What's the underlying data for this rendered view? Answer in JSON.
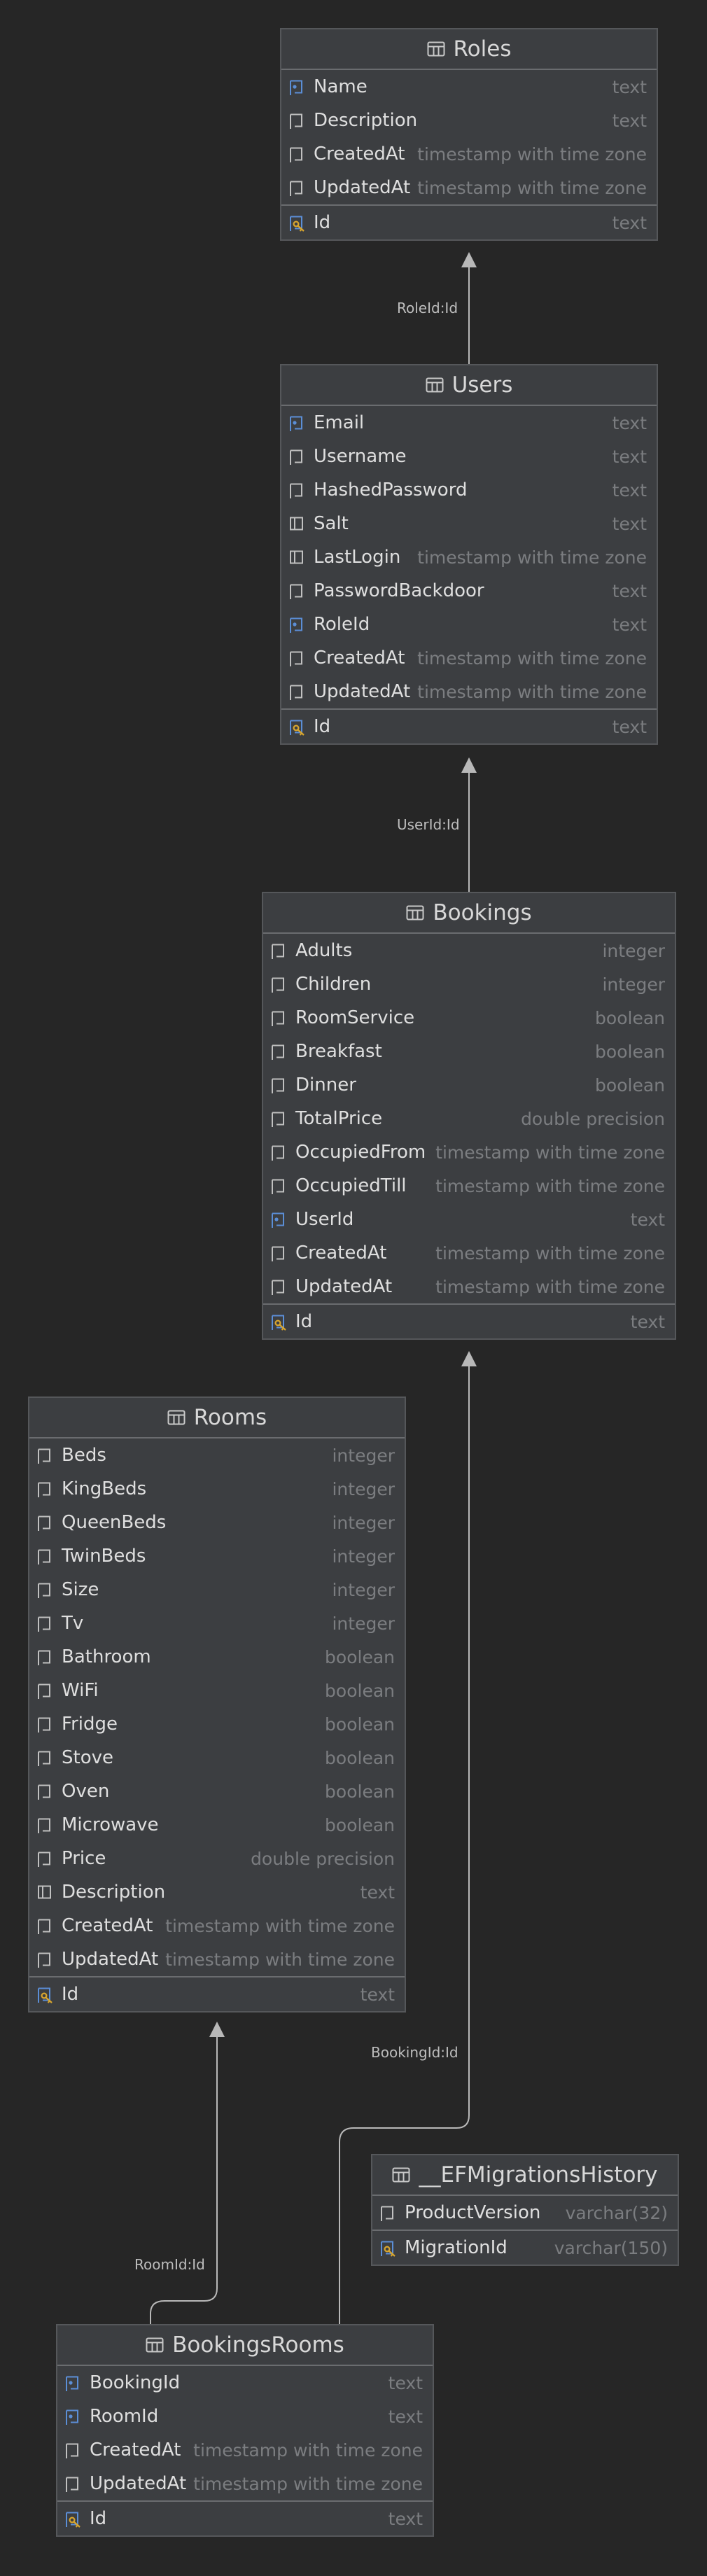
{
  "relations": {
    "users_roles": "RoleId:Id",
    "bookings_users": "UserId:Id",
    "bookingsrooms_bookings": "BookingId:Id",
    "bookingsrooms_rooms": "RoomId:Id"
  },
  "colors": {
    "background": "#262626",
    "table_bg": "#3c3e41",
    "text": "#dfdfdf",
    "type_text": "#7b7d80",
    "fk_icon": "#5b8ed6",
    "pk_key": "#d9a62e",
    "connector": "#b8b8b8"
  },
  "tables": {
    "roles": {
      "name": "Roles",
      "columns": [
        {
          "name": "Name",
          "type": "text",
          "icon": "foreign-key-column-icon"
        },
        {
          "name": "Description",
          "type": "text",
          "icon": "column-icon"
        },
        {
          "name": "CreatedAt",
          "type": "timestamp with time zone",
          "icon": "column-icon"
        },
        {
          "name": "UpdatedAt",
          "type": "timestamp with time zone",
          "icon": "column-icon"
        }
      ],
      "pk": {
        "name": "Id",
        "type": "text",
        "icon": "primary-key-column-icon"
      }
    },
    "users": {
      "name": "Users",
      "columns": [
        {
          "name": "Email",
          "type": "text",
          "icon": "foreign-key-column-icon"
        },
        {
          "name": "Username",
          "type": "text",
          "icon": "column-icon"
        },
        {
          "name": "HashedPassword",
          "type": "text",
          "icon": "column-icon"
        },
        {
          "name": "Salt",
          "type": "text",
          "icon": "nullable-column-icon"
        },
        {
          "name": "LastLogin",
          "type": "timestamp with time zone",
          "icon": "nullable-column-icon"
        },
        {
          "name": "PasswordBackdoor",
          "type": "text",
          "icon": "column-icon"
        },
        {
          "name": "RoleId",
          "type": "text",
          "icon": "foreign-key-column-icon"
        },
        {
          "name": "CreatedAt",
          "type": "timestamp with time zone",
          "icon": "column-icon"
        },
        {
          "name": "UpdatedAt",
          "type": "timestamp with time zone",
          "icon": "column-icon"
        }
      ],
      "pk": {
        "name": "Id",
        "type": "text",
        "icon": "primary-key-column-icon"
      }
    },
    "bookings": {
      "name": "Bookings",
      "columns": [
        {
          "name": "Adults",
          "type": "integer",
          "icon": "column-icon"
        },
        {
          "name": "Children",
          "type": "integer",
          "icon": "column-icon"
        },
        {
          "name": "RoomService",
          "type": "boolean",
          "icon": "column-icon"
        },
        {
          "name": "Breakfast",
          "type": "boolean",
          "icon": "column-icon"
        },
        {
          "name": "Dinner",
          "type": "boolean",
          "icon": "column-icon"
        },
        {
          "name": "TotalPrice",
          "type": "double precision",
          "icon": "column-icon"
        },
        {
          "name": "OccupiedFrom",
          "type": "timestamp with time zone",
          "icon": "column-icon"
        },
        {
          "name": "OccupiedTill",
          "type": "timestamp with time zone",
          "icon": "column-icon"
        },
        {
          "name": "UserId",
          "type": "text",
          "icon": "foreign-key-column-icon"
        },
        {
          "name": "CreatedAt",
          "type": "timestamp with time zone",
          "icon": "column-icon"
        },
        {
          "name": "UpdatedAt",
          "type": "timestamp with time zone",
          "icon": "column-icon"
        }
      ],
      "pk": {
        "name": "Id",
        "type": "text",
        "icon": "primary-key-column-icon"
      }
    },
    "rooms": {
      "name": "Rooms",
      "columns": [
        {
          "name": "Beds",
          "type": "integer",
          "icon": "column-icon"
        },
        {
          "name": "KingBeds",
          "type": "integer",
          "icon": "column-icon"
        },
        {
          "name": "QueenBeds",
          "type": "integer",
          "icon": "column-icon"
        },
        {
          "name": "TwinBeds",
          "type": "integer",
          "icon": "column-icon"
        },
        {
          "name": "Size",
          "type": "integer",
          "icon": "column-icon"
        },
        {
          "name": "Tv",
          "type": "integer",
          "icon": "column-icon"
        },
        {
          "name": "Bathroom",
          "type": "boolean",
          "icon": "column-icon"
        },
        {
          "name": "WiFi",
          "type": "boolean",
          "icon": "column-icon"
        },
        {
          "name": "Fridge",
          "type": "boolean",
          "icon": "column-icon"
        },
        {
          "name": "Stove",
          "type": "boolean",
          "icon": "column-icon"
        },
        {
          "name": "Oven",
          "type": "boolean",
          "icon": "column-icon"
        },
        {
          "name": "Microwave",
          "type": "boolean",
          "icon": "column-icon"
        },
        {
          "name": "Price",
          "type": "double precision",
          "icon": "column-icon"
        },
        {
          "name": "Description",
          "type": "text",
          "icon": "nullable-column-icon"
        },
        {
          "name": "CreatedAt",
          "type": "timestamp with time zone",
          "icon": "column-icon"
        },
        {
          "name": "UpdatedAt",
          "type": "timestamp with time zone",
          "icon": "column-icon"
        }
      ],
      "pk": {
        "name": "Id",
        "type": "text",
        "icon": "primary-key-column-icon"
      }
    },
    "migrations": {
      "name": "__EFMigrationsHistory",
      "columns": [
        {
          "name": "ProductVersion",
          "type": "varchar(32)",
          "icon": "column-icon"
        }
      ],
      "pk": {
        "name": "MigrationId",
        "type": "varchar(150)",
        "icon": "primary-key-column-icon"
      }
    },
    "bookingsrooms": {
      "name": "BookingsRooms",
      "columns": [
        {
          "name": "BookingId",
          "type": "text",
          "icon": "foreign-key-column-icon"
        },
        {
          "name": "RoomId",
          "type": "text",
          "icon": "foreign-key-column-icon"
        },
        {
          "name": "CreatedAt",
          "type": "timestamp with time zone",
          "icon": "column-icon"
        },
        {
          "name": "UpdatedAt",
          "type": "timestamp with time zone",
          "icon": "column-icon"
        }
      ],
      "pk": {
        "name": "Id",
        "type": "text",
        "icon": "primary-key-column-icon"
      }
    }
  }
}
